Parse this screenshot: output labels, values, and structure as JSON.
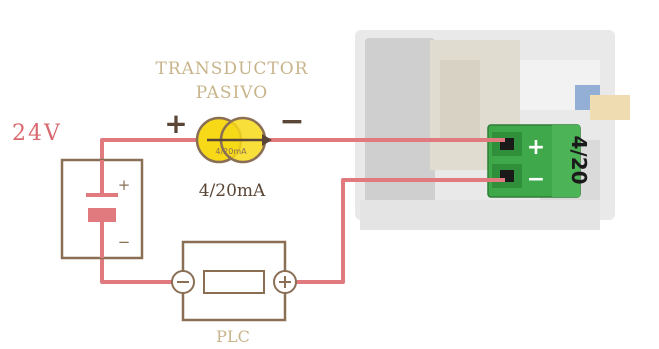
{
  "labels": {
    "supply_voltage": "24V",
    "transducer_line1": "TRANSDUCTOR",
    "transducer_line2": "PASIVO",
    "plus_sign": "+",
    "minus_sign": "−",
    "transducer_inner": "4/20mA",
    "current_range": "4/20mA",
    "battery_plus": "+",
    "battery_minus": "−",
    "plc": "PLC",
    "terminal_plus": "+",
    "terminal_minus": "−",
    "module_label": "4/20"
  },
  "colors": {
    "wire": "#e07a7f",
    "outline": "#8b6f55",
    "transducer_fill": "#f7d917",
    "title_text": "#c8b48a",
    "accent_text": "#d9696f",
    "terminal_green": "#3fa84a"
  }
}
